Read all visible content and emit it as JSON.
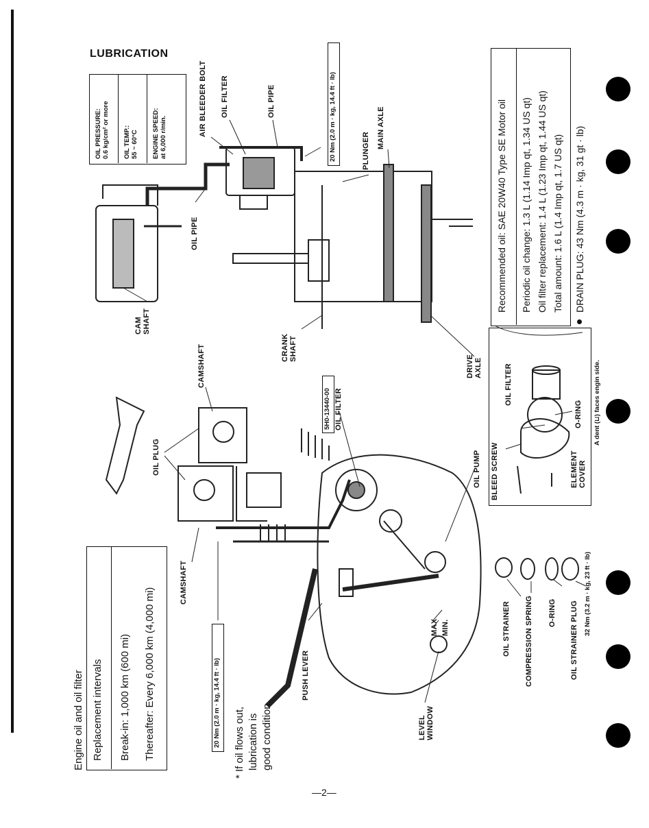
{
  "section_title": "LUBRICATION",
  "oil_conditions": {
    "pressure": "OIL PRESSURE:",
    "pressure_value": "0.6 kg/cm² or more",
    "temp": "OIL TEMP.:",
    "temp_value": "55 ~ 60°C",
    "speed": "ENGINE SPEED:",
    "speed_value": "at 6,000 r/min."
  },
  "labels": {
    "air_bleeder_bolt": "AIR BLEEDER BOLT",
    "oil_filter_top": "OIL FILTER",
    "oil_pipe_top": "OIL PIPE",
    "torque_top": "20 Nm (2.0 m · kg, 14.4 ft · lb)",
    "plunger": "PLUNGER",
    "main_axle": "MAIN AXLE",
    "oil_pipe_mid": "OIL PIPE",
    "cam_shaft": "CAM",
    "cam_shaft2": "SHAFT",
    "crank": "CRANK",
    "crank2": "SHAFT",
    "drive": "DRIVE",
    "drive2": "AXLE",
    "camshaft_upper": "CAMSHAFT",
    "oil_plug": "OIL PLUG",
    "part_number": "5H0-13440-00",
    "oil_filter_mid": "OIL FILTER",
    "oil_pump": "OIL PUMP",
    "camshaft_lower": "CAMSHAFT",
    "torque_left": "20 Nm (2.0 m · kg, 14.4 ft · lb)",
    "push_lever": "PUSH LEVER",
    "max": "MAX",
    "min": "MIN.",
    "level_window": "LEVEL",
    "level_window2": "WINDOW",
    "oil_strainer": "OIL STRAINER",
    "compression_spring": "COMPRESSION SPRING",
    "o_ring_lower": "O-RING",
    "oil_strainer_plug": "OIL STRAINER PLUG",
    "torque_plug": "32 Nm (3.2 m · kg, 23 ft · lb)",
    "bleed_screw": "BLEED SCREW",
    "oil_filter_box": "OIL FILTER",
    "o_ring_box": "O-RING",
    "element_cover": "ELEMENT",
    "element_cover2": "COVER",
    "dent_note": "A dent (⊔) faces engin side."
  },
  "oil_spec": {
    "recommended": "Recommended oil:  SAE 20W40 Type SE Motor oil",
    "periodic": "Periodic oil change:  1.3 L (1.14 Imp qt, 1.34 US qt)",
    "filter_replacement": "Oil filter replacement:  1.4 L (1.23 Imp qt, 1.44 US qt)",
    "total": "Total amount:  1.6 L (1.4 Imp qt, 1.7 US qt)",
    "drain_plug": "DRAIN  PLUG:  43 Nm (4.3 m · kg, 31 gt · lb)"
  },
  "bottom_table": {
    "title": "Engine oil and oil filter",
    "header": "Replacement intervals",
    "row1": "Break-in:  1,000 km (600 mi)",
    "row2": "Thereafter:  Every 6,000 km (4,000 mi)"
  },
  "footnote": {
    "line1": "* If oil flows out,",
    "line2": "lubrication is",
    "line3": "good condition."
  },
  "page_number": "—2—"
}
